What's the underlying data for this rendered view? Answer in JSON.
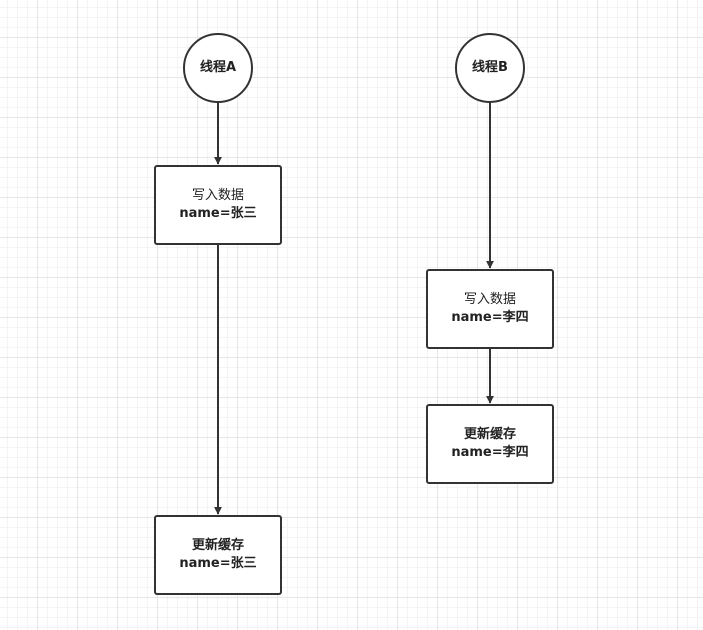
{
  "colors": {
    "stroke": "#333333",
    "grid": "#e6e6e6",
    "background": "#ffffff"
  },
  "diagram": {
    "thread_a": {
      "start": "线程A",
      "write_box": {
        "line1": "写入数据",
        "line2": "name=张三"
      },
      "cache_box": {
        "line1": "更新缓存",
        "line2": "name=张三"
      }
    },
    "thread_b": {
      "start": "线程B",
      "write_box": {
        "line1": "写入数据",
        "line2": "name=李四"
      },
      "cache_box": {
        "line1": "更新缓存",
        "line2": "name=李四"
      }
    }
  }
}
